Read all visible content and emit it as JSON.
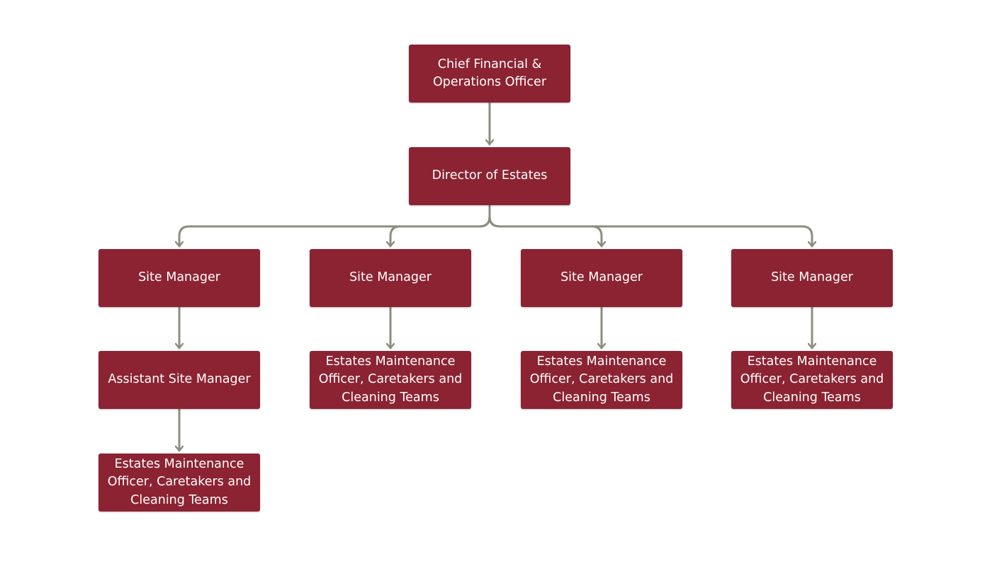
{
  "colors": {
    "node_fill": "#8b2332",
    "connector": "#8d8d7f",
    "text": "#ffffff"
  },
  "chart": {
    "top": "Chief Financial & Operations Officer",
    "director": "Director of Estates",
    "branches": [
      {
        "manager": "Site Manager",
        "assistant": "Assistant Site Manager",
        "team": "Estates Maintenance Officer, Caretakers and Cleaning Teams"
      },
      {
        "manager": "Site Manager",
        "team": "Estates Maintenance Officer, Caretakers and Cleaning Teams"
      },
      {
        "manager": "Site Manager",
        "team": "Estates Maintenance Officer, Caretakers and Cleaning Teams"
      },
      {
        "manager": "Site Manager",
        "team": "Estates Maintenance Officer, Caretakers and Cleaning Teams"
      }
    ]
  }
}
